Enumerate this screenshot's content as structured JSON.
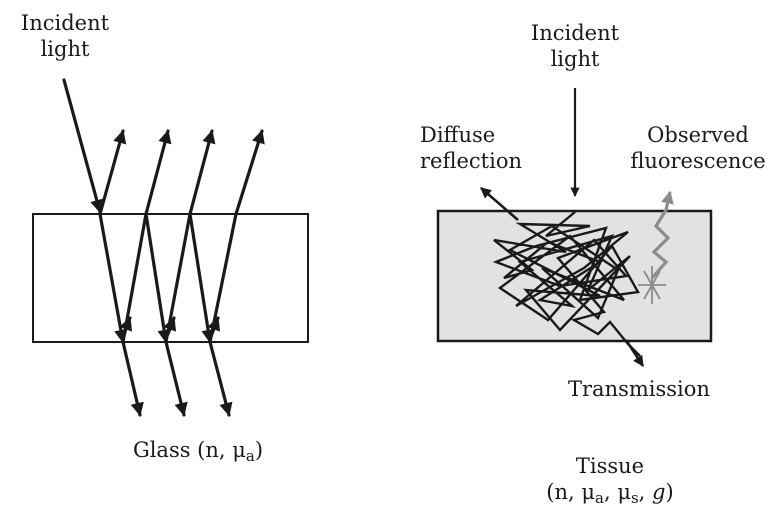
{
  "left_panel": {
    "incident_line1": "Incident",
    "incident_line2": "light",
    "caption_prefix": "Glass (n, μ",
    "caption_sub_a": "a",
    "caption_suffix": ")"
  },
  "right_panel": {
    "incident_line1": "Incident",
    "incident_line2": "light",
    "diffuse_line1": "Diffuse",
    "diffuse_line2": "reflection",
    "observed_line1": "Observed",
    "observed_line2": "fluorescence",
    "transmission": "Transmission",
    "caption_line1": "Tissue",
    "caption_l2_prefix": "(n, μ",
    "caption_sub_a": "a",
    "caption_l2_mid": ", μ",
    "caption_sub_s": "s",
    "caption_l2_comma": ", ",
    "caption_g": "g",
    "caption_l2_suffix": ")"
  },
  "colors": {
    "ink": "#1a1a1a",
    "tissue_fill": "#e2e2e2",
    "fluorescence": "#8c8c8c"
  }
}
